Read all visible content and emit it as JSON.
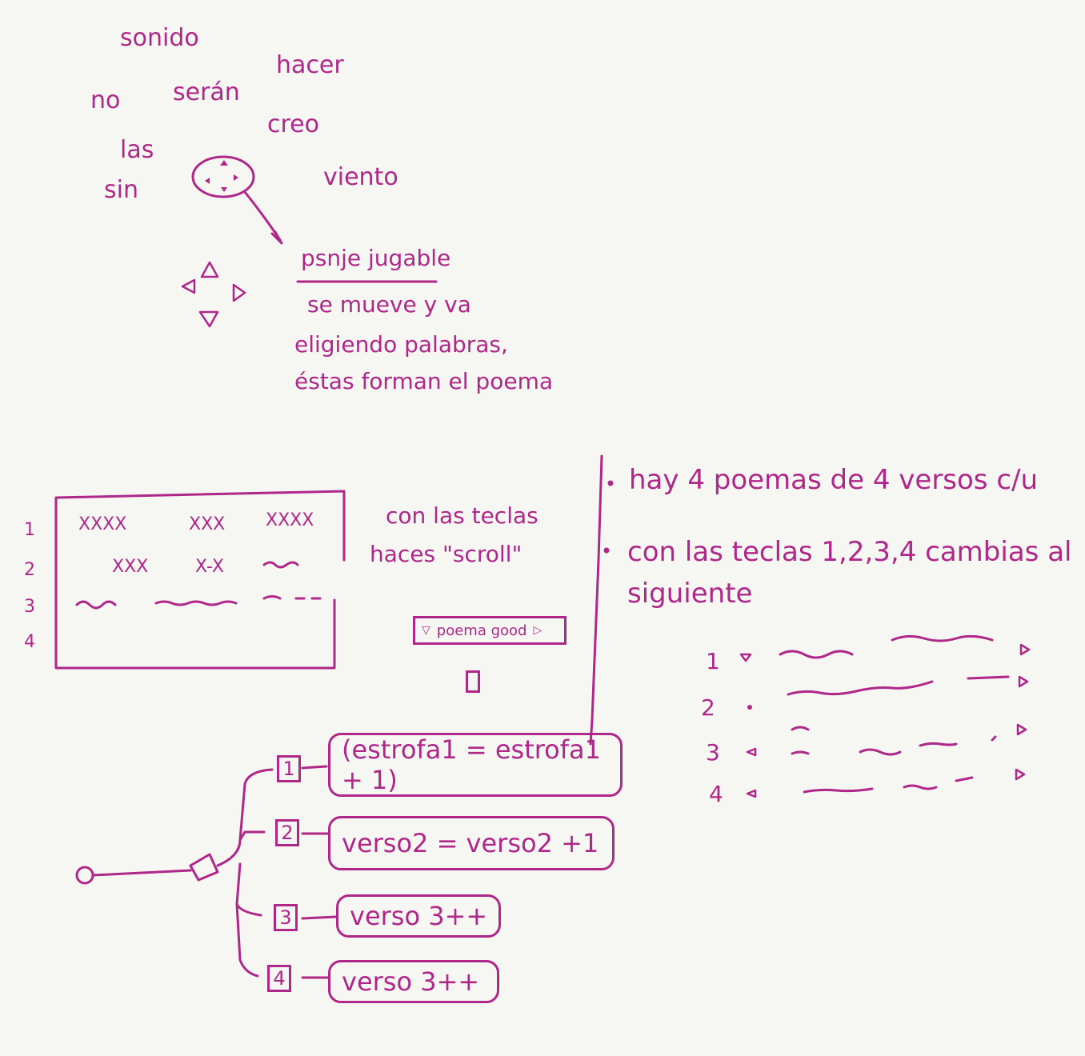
{
  "scene_words": [
    "sonido",
    "hacer",
    "no",
    "serán",
    "creo",
    "las",
    "sin",
    "viento"
  ],
  "character": {
    "label": "psnje jugable",
    "description_lines": [
      "se mueve y va",
      "eligiendo palabras,",
      "éstas forman el poema"
    ]
  },
  "poem_panel": {
    "row_numbers": [
      "1",
      "2",
      "3",
      "4"
    ],
    "row1": [
      "XXXX",
      "XXX",
      "XXXX"
    ],
    "row2": [
      "XXX",
      "X-X"
    ]
  },
  "scroll_note": [
    "con las teclas",
    "haces \"scroll\""
  ],
  "poem_button": {
    "label": "poema good"
  },
  "notes": [
    "hay 4 poemas de 4 versos c/u",
    "con las teclas 1,2,3,4 cambias al siguiente"
  ],
  "verse_list_numbers": [
    "1",
    "2",
    "3",
    "4"
  ],
  "flow": {
    "branches": [
      {
        "key": "1",
        "action": "(estrofa1 = estrofa1 + 1)"
      },
      {
        "key": "2",
        "action": "verso2 = verso2 +1"
      },
      {
        "key": "3",
        "action": "verso 3++"
      },
      {
        "key": "4",
        "action": "verso 3++"
      }
    ]
  },
  "ink_color": "#b0278a"
}
